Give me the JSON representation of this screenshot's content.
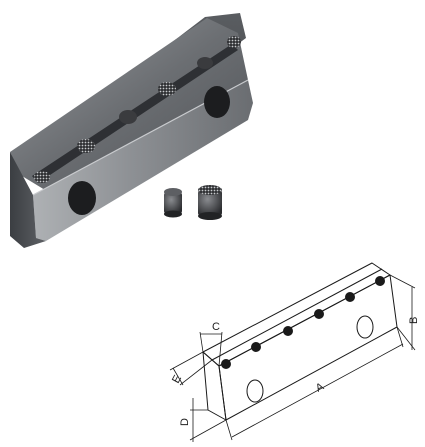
{
  "colors": {
    "background": "#ffffff",
    "steel_top": "#6b6e72",
    "steel_front": "#8d9094",
    "steel_end": "#4a4d51",
    "steel_dark": "#2c2e31",
    "insert": "#3a3b3e",
    "line_art": "#1a1a1a"
  },
  "drawing": {
    "dimension_labels": {
      "a": "A",
      "b": "B",
      "c": "C",
      "d": "D",
      "e": "E"
    }
  }
}
